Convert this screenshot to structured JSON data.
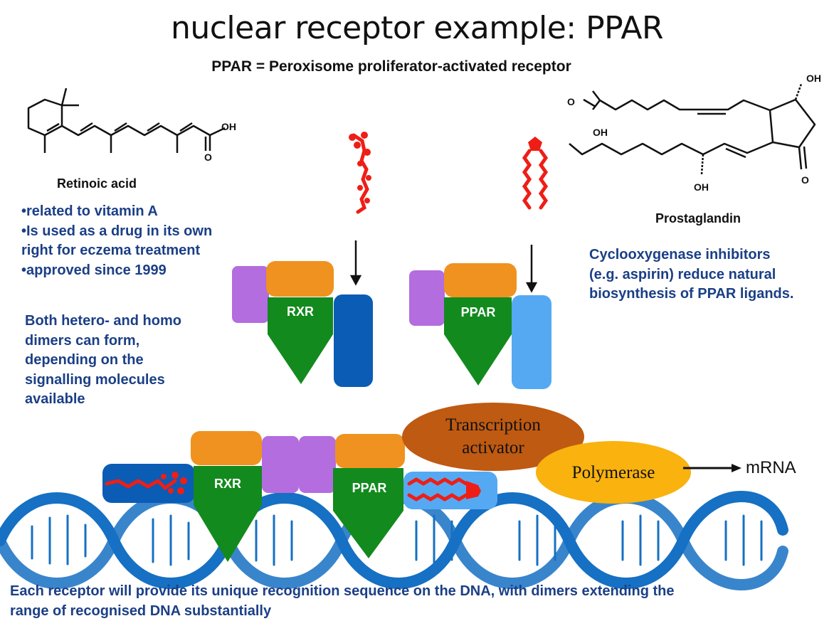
{
  "title": "nuclear receptor example: PPAR",
  "subtitle": {
    "abbr": "PPAR",
    "rest": " = Peroxisome proliferator-activated receptor"
  },
  "retinoic_acid": {
    "label": "Retinoic acid",
    "oh": "OH",
    "o": "O"
  },
  "retinoic_notes": [
    "•related to vitamin A",
    "•Is used as a drug in its own",
    "right for eczema treatment",
    "•approved since 1999"
  ],
  "dimer_note": [
    "Both hetero- and homo",
    "dimers can form,",
    "depending on the",
    "signalling molecules",
    "available"
  ],
  "prostaglandin": {
    "label": "Prostaglandin",
    "oh_top": "OH",
    "o_left": "O",
    "oh_left": "OH",
    "oh_bottom": "OH",
    "o_right": "O"
  },
  "cox_note": [
    "Cyclooxygenase inhibitors",
    "(e.g. aspirin) reduce natural",
    "biosynthesis of PPAR ligands."
  ],
  "receptors": {
    "rxr": "RXR",
    "ppar": "PPAR"
  },
  "transcription_activator": [
    "Transcription",
    "activator"
  ],
  "polymerase": "Polymerase",
  "mrna": "mRNA",
  "footer": [
    "Each receptor will provide its unique recognition sequence on the DNA, with dimers extending the",
    "range of recognised DNA substantially"
  ],
  "colors": {
    "orange": "#f0921f",
    "purple": "#b36ddf",
    "green": "#128a1e",
    "dark_blue": "#0b5cb4",
    "light_blue": "#55a9f2",
    "ligand_red": "#ee1e16",
    "activator": "#bf5a12",
    "polymerase": "#f9b20e",
    "dna": "#1670c3",
    "text_blue": "#1b3f86"
  }
}
